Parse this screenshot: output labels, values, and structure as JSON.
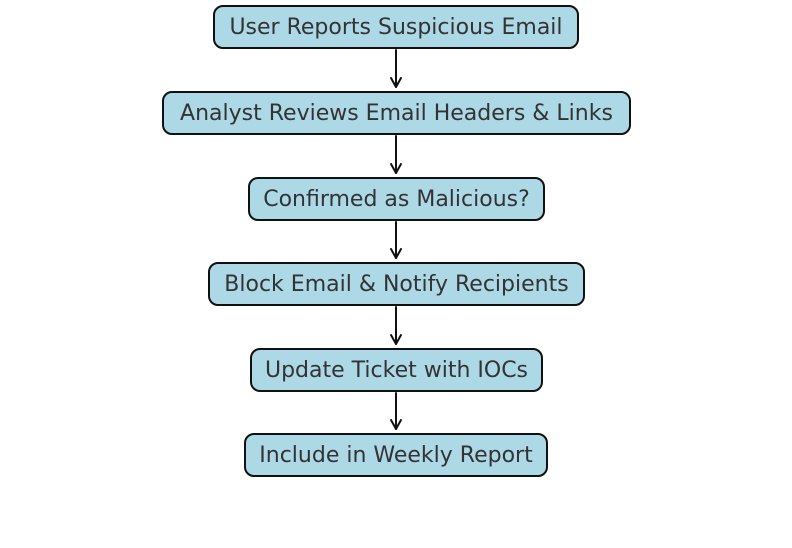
{
  "colors": {
    "node_fill": "#add8e6",
    "node_border": "#111111",
    "text": "#333333",
    "arrow": "#111111"
  },
  "flow": {
    "steps": [
      "User Reports Suspicious Email",
      "Analyst Reviews Email Headers & Links",
      "Confirmed as Malicious?",
      "Block Email & Notify Recipients",
      "Update Ticket with IOCs",
      "Include in Weekly Report"
    ]
  }
}
